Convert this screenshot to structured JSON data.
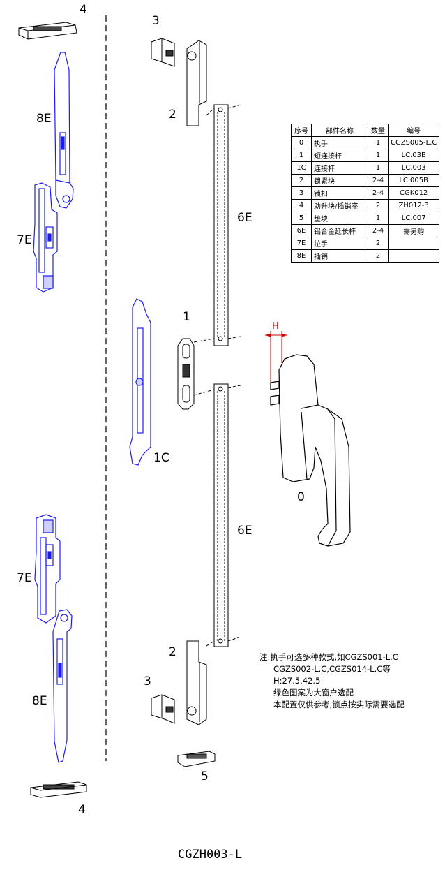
{
  "labels": {
    "part4_top": "4",
    "part8e_top": "8E",
    "part7e_top": "7E",
    "part3_top": "3",
    "part2_top": "2",
    "part6e_top": "6E",
    "part1": "1",
    "part1c": "1C",
    "part0": "0",
    "part6e_bottom": "6E",
    "part7e_bottom": "7E",
    "part2_bottom": "2",
    "part3_bottom": "3",
    "part8e_bottom": "8E",
    "part5": "5",
    "part4_bottom": "4",
    "dimension_h": "H"
  },
  "table": {
    "headers": [
      "序号",
      "部件名称",
      "数量",
      "编号"
    ],
    "rows": [
      [
        "0",
        "执手",
        "1",
        "CGZS005-L.C"
      ],
      [
        "1",
        "短连接杆",
        "1",
        "LC.03B"
      ],
      [
        "1C",
        "连接杆",
        "1",
        "LC.003"
      ],
      [
        "2",
        "锁紧块",
        "2-4",
        "LC.005B"
      ],
      [
        "3",
        "锁扣",
        "2-4",
        "CGK012"
      ],
      [
        "4",
        "助升块/插销座",
        "2",
        "ZH012-3"
      ],
      [
        "5",
        "垫块",
        "1",
        "LC.007"
      ],
      [
        "6E",
        "铝合金延长杆",
        "2-4",
        "需另购"
      ],
      [
        "7E",
        "拉手",
        "2",
        ""
      ],
      [
        "8E",
        "插销",
        "2",
        ""
      ]
    ]
  },
  "note": {
    "line1": "注:执手可选多种款式,如CGZS001-L.C",
    "line2": "CGZS002-L.C,CGZS014-L.C等",
    "line3": "H:27.5,42.5",
    "line4": "绿色图案为大窗户选配",
    "line5": "本配置仅供参考,锁点按实际需要选配"
  },
  "model": "CGZH003-L",
  "colors": {
    "blue_parts": "#1a1aff",
    "black_parts": "#000000",
    "dimension": "#d00000"
  }
}
